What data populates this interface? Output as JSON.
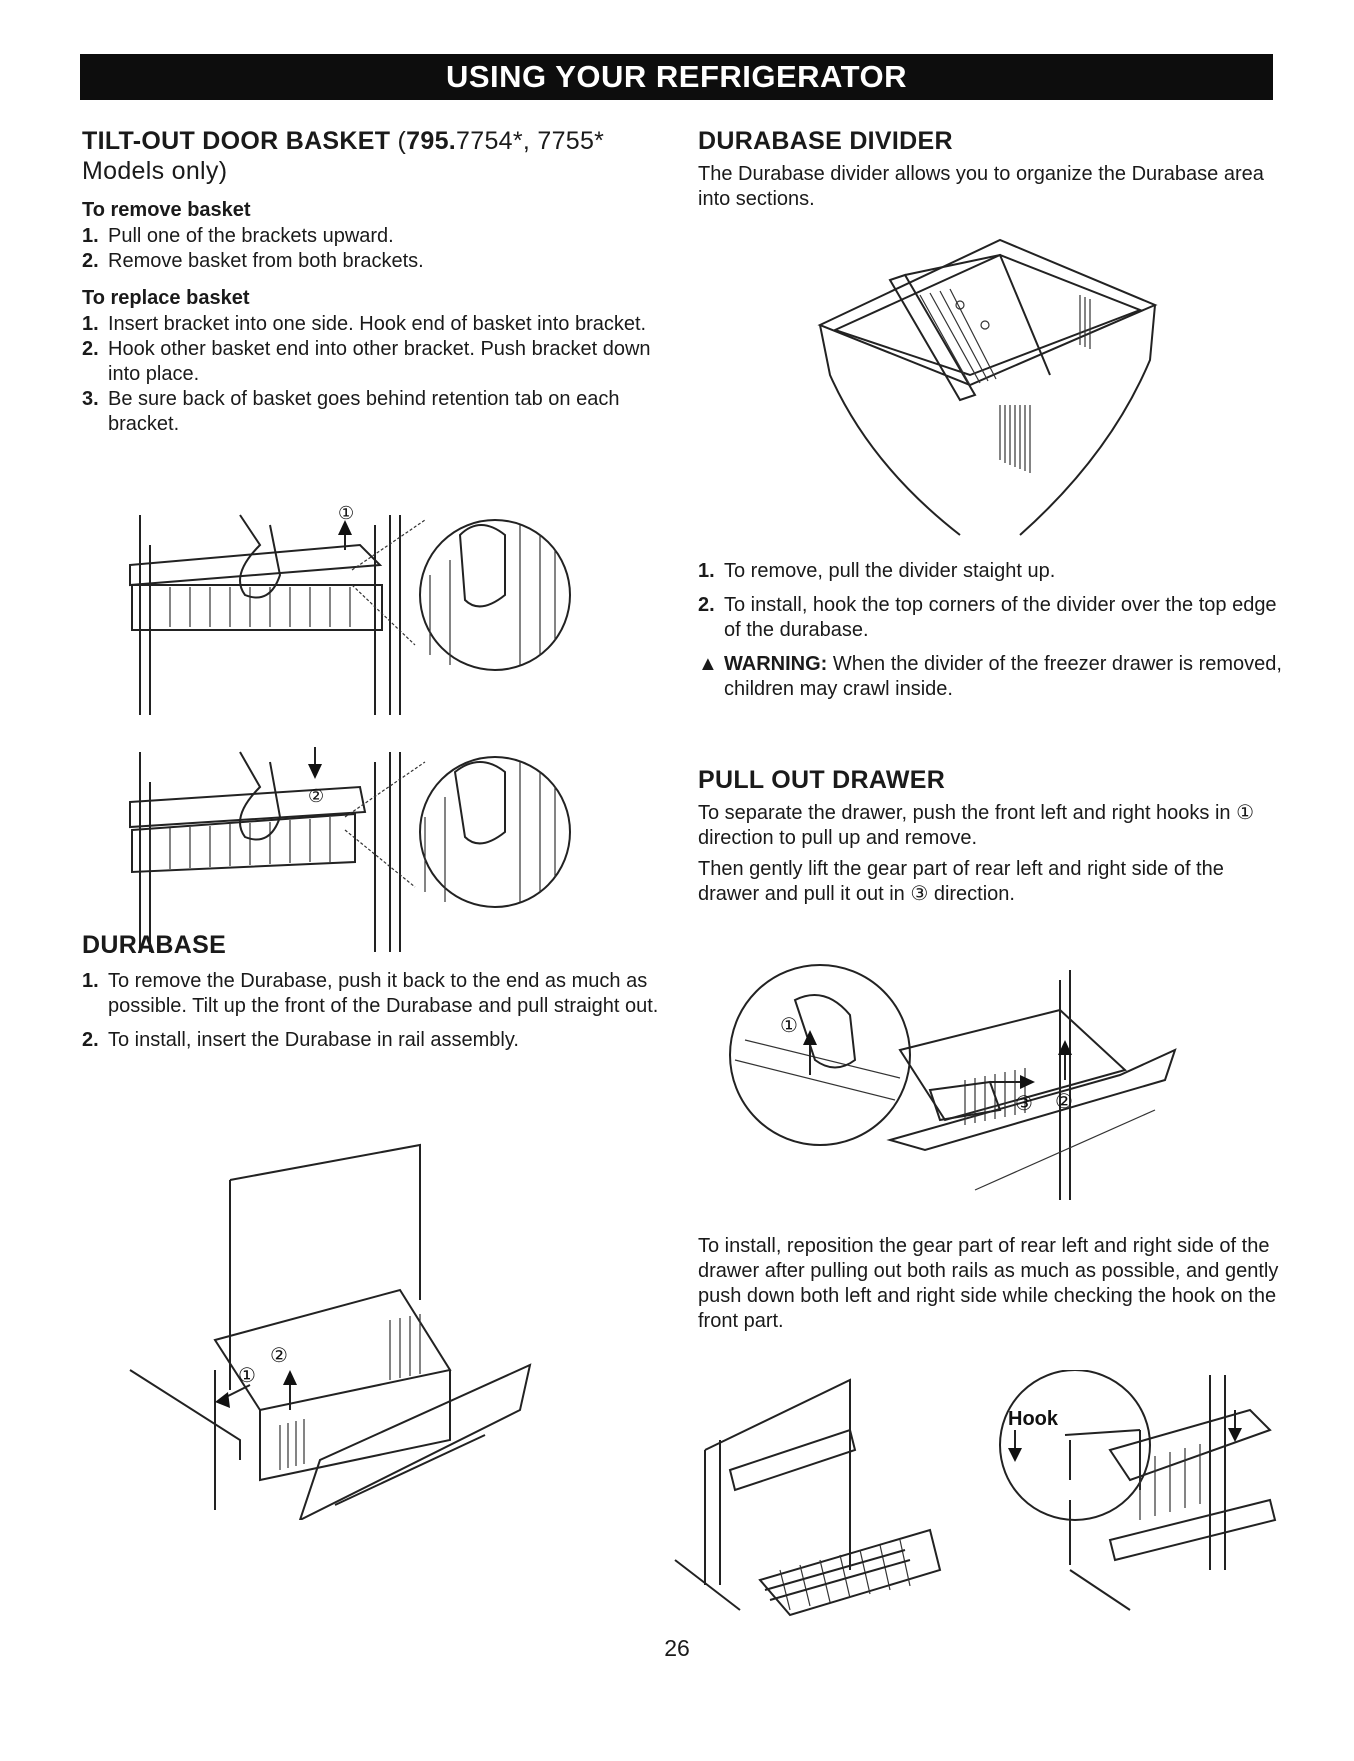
{
  "header": {
    "title": "USING YOUR REFRIGERATOR"
  },
  "tilt_out": {
    "heading_bold": "TILT-OUT DOOR BASKET",
    "heading_normal_before": " (",
    "heading_bold_model": "795.",
    "heading_normal_after": "7754*, 7755* Models only)",
    "remove_title": "To remove basket",
    "remove_steps": [
      {
        "num": "1.",
        "text": "Pull one of the brackets upward."
      },
      {
        "num": "2.",
        "text": "Remove basket from both brackets."
      }
    ],
    "replace_title": "To replace basket",
    "replace_steps": [
      {
        "num": "1.",
        "text": "Insert bracket into one side. Hook end of basket into bracket."
      },
      {
        "num": "2.",
        "text": "Hook other basket end into other bracket. Push bracket down into place."
      },
      {
        "num": "3.",
        "text": "Be sure back of basket goes behind retention tab on each bracket."
      }
    ],
    "fig1_marker": "①",
    "fig2_marker": "②"
  },
  "durabase": {
    "heading": "DURABASE",
    "steps": [
      {
        "num": "1.",
        "text": "To remove the Durabase, push it back to the end as much as possible. Tilt up the front of the Durabase and pull straight out."
      },
      {
        "num": "2.",
        "text": "To install, insert the Durabase in rail assembly."
      }
    ],
    "fig_markers": [
      "①",
      "②"
    ]
  },
  "durabase_divider": {
    "heading": "DURABASE DIVIDER",
    "intro": "The Durabase divider allows you to organize the Durabase area into sections.",
    "steps": [
      {
        "num": "1.",
        "text": "To remove, pull the divider staight up."
      },
      {
        "num": "2.",
        "text": "To install, hook the top corners of the divider over the top edge of the durabase."
      }
    ],
    "warning_label": "WARNING:",
    "warning_text": " When the divider of the freezer drawer is removed, children may crawl inside."
  },
  "pull_out": {
    "heading": "PULL OUT DRAWER",
    "para1": "To separate the drawer, push the front left and right hooks in ① direction to pull up and remove.",
    "para2": "Then gently lift the gear part of rear left and right side of the drawer and pull it out in ③ direction.",
    "fig_markers": [
      "①",
      "③",
      "②"
    ],
    "para3": "To install, reposition the gear part of rear left and right side of the drawer after pulling out both rails as much as possible, and gently push down both left and right side while checking the hook on the front part.",
    "hook_label": "Hook"
  },
  "page_number": "26"
}
